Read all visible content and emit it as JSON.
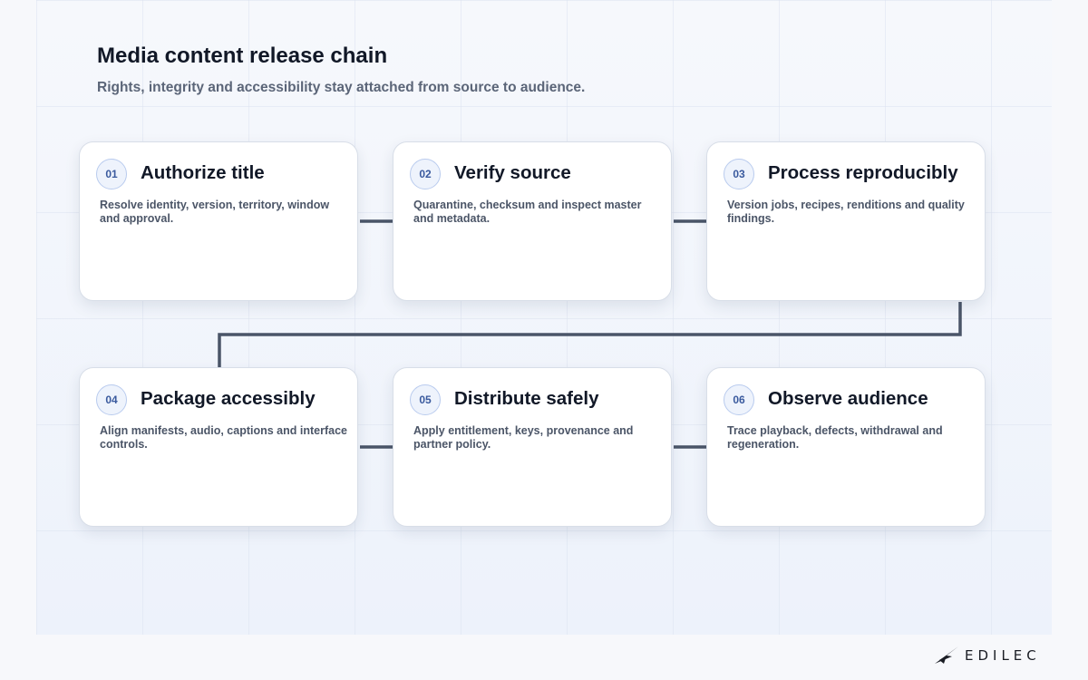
{
  "title": "Media content release chain",
  "subtitle": "Rights, integrity and accessibility stay attached from source to audience.",
  "steps": [
    {
      "number": "01",
      "title": "Authorize title",
      "description": "Resolve identity, version, territory, window and approval."
    },
    {
      "number": "02",
      "title": "Verify source",
      "description": "Quarantine, checksum and inspect master and metadata."
    },
    {
      "number": "03",
      "title": "Process reproducibly",
      "description": "Version jobs, recipes, renditions and quality findings."
    },
    {
      "number": "04",
      "title": "Package accessibly",
      "description": "Align manifests, audio, captions and interface controls."
    },
    {
      "number": "05",
      "title": "Distribute safely",
      "description": "Apply entitlement, keys, provenance and partner policy."
    },
    {
      "number": "06",
      "title": "Observe audience",
      "description": "Trace playback, defects, withdrawal and regeneration."
    }
  ],
  "logo": {
    "text": "EDILEC",
    "icon": "bird-icon"
  },
  "colors": {
    "connector": "#4a5568",
    "badge_text": "#3a5a9e",
    "badge_border": "#b9cbee"
  }
}
